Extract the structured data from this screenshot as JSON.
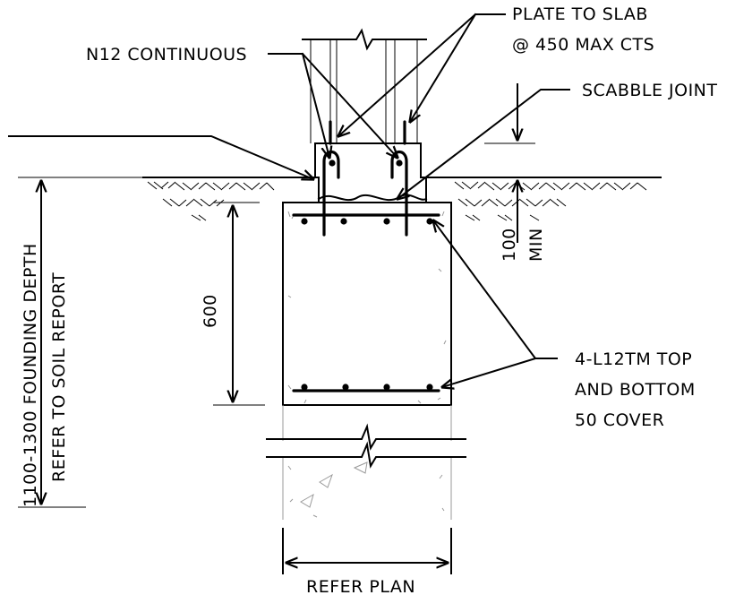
{
  "labels": {
    "plate_to_slab_1": "PLATE TO SLAB",
    "plate_to_slab_2": "@ 450 MAX CTS",
    "n12": "N12 CONTINUOUS",
    "scabble": "SCABBLE JOINT",
    "min_100": "100",
    "min_word": "MIN",
    "dim_600": "600",
    "founding_1": "1100-1300 FOUNDING DEPTH",
    "founding_2": "REFER TO SOIL REPORT",
    "reo_1": "4-L12TM TOP",
    "reo_2": "AND BOTTOM",
    "reo_3": "50 COVER",
    "refer_plan": "REFER PLAN"
  }
}
